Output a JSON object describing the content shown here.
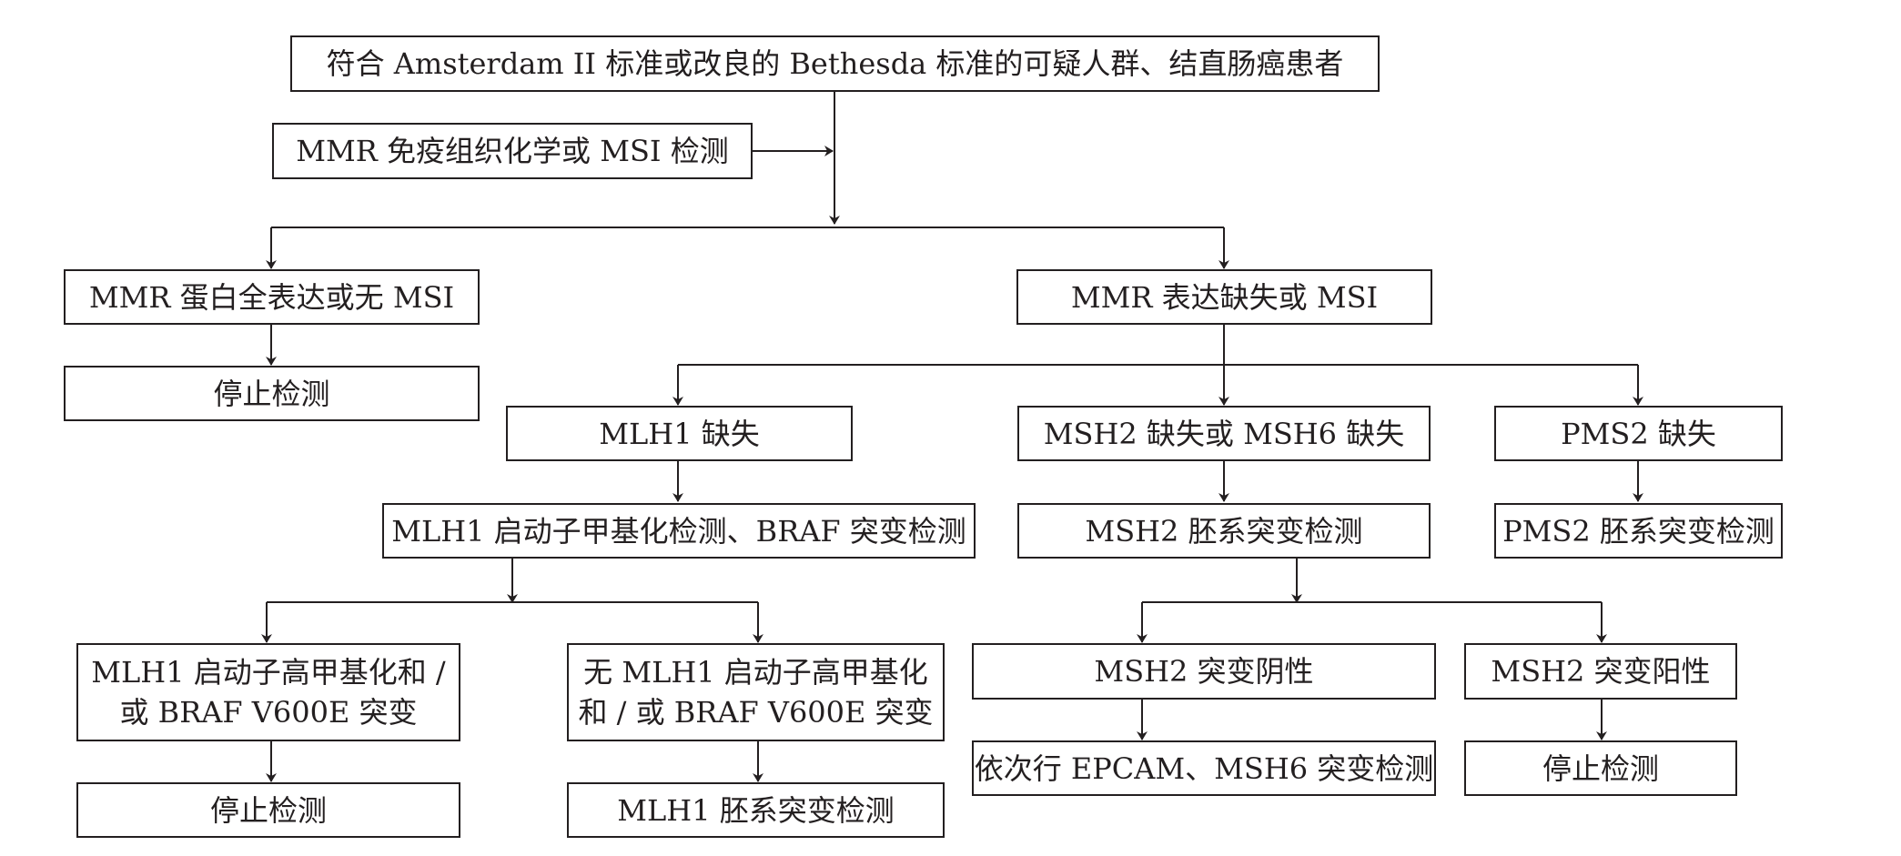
{
  "nodes": {
    "start": "符合 Amsterdam II 标准或改良的 Bethesda 标准的可疑人群、结直肠癌患者",
    "test": "MMR 免疫组织化学或 MSI 检测",
    "mmr_full": "MMR 蛋白全表达或无 MSI",
    "stop_1": "停止检测",
    "mmr_loss": "MMR 表达缺失或 MSI",
    "mlh1_loss": "MLH1 缺失",
    "msh_loss": "MSH2 缺失或 MSH6 缺失",
    "pms2_loss": "PMS2 缺失",
    "mlh1_test": "MLH1 启动子甲基化检测、BRAF 突变检测",
    "msh2_germline": "MSH2 胚系突变检测",
    "pms2_germline": "PMS2 胚系突变检测",
    "mlh1_meth_line1": "MLH1 启动子高甲基化和 /",
    "mlh1_meth_line2": "或 BRAF V600E 突变",
    "no_mlh1_line1": "无 MLH1 启动子高甲基化",
    "no_mlh1_line2": "和 / 或 BRAF V600E 突变",
    "msh2_neg": "MSH2 突变阴性",
    "msh2_pos": "MSH2 突变阳性",
    "stop_2": "停止检测",
    "mlh1_germline": "MLH1 胚系突变检测",
    "epcam": "依次行 EPCAM、MSH6 突变检测",
    "stop_3": "停止检测"
  },
  "colors": {
    "line": "#231f20",
    "fill": "#ffffff"
  }
}
